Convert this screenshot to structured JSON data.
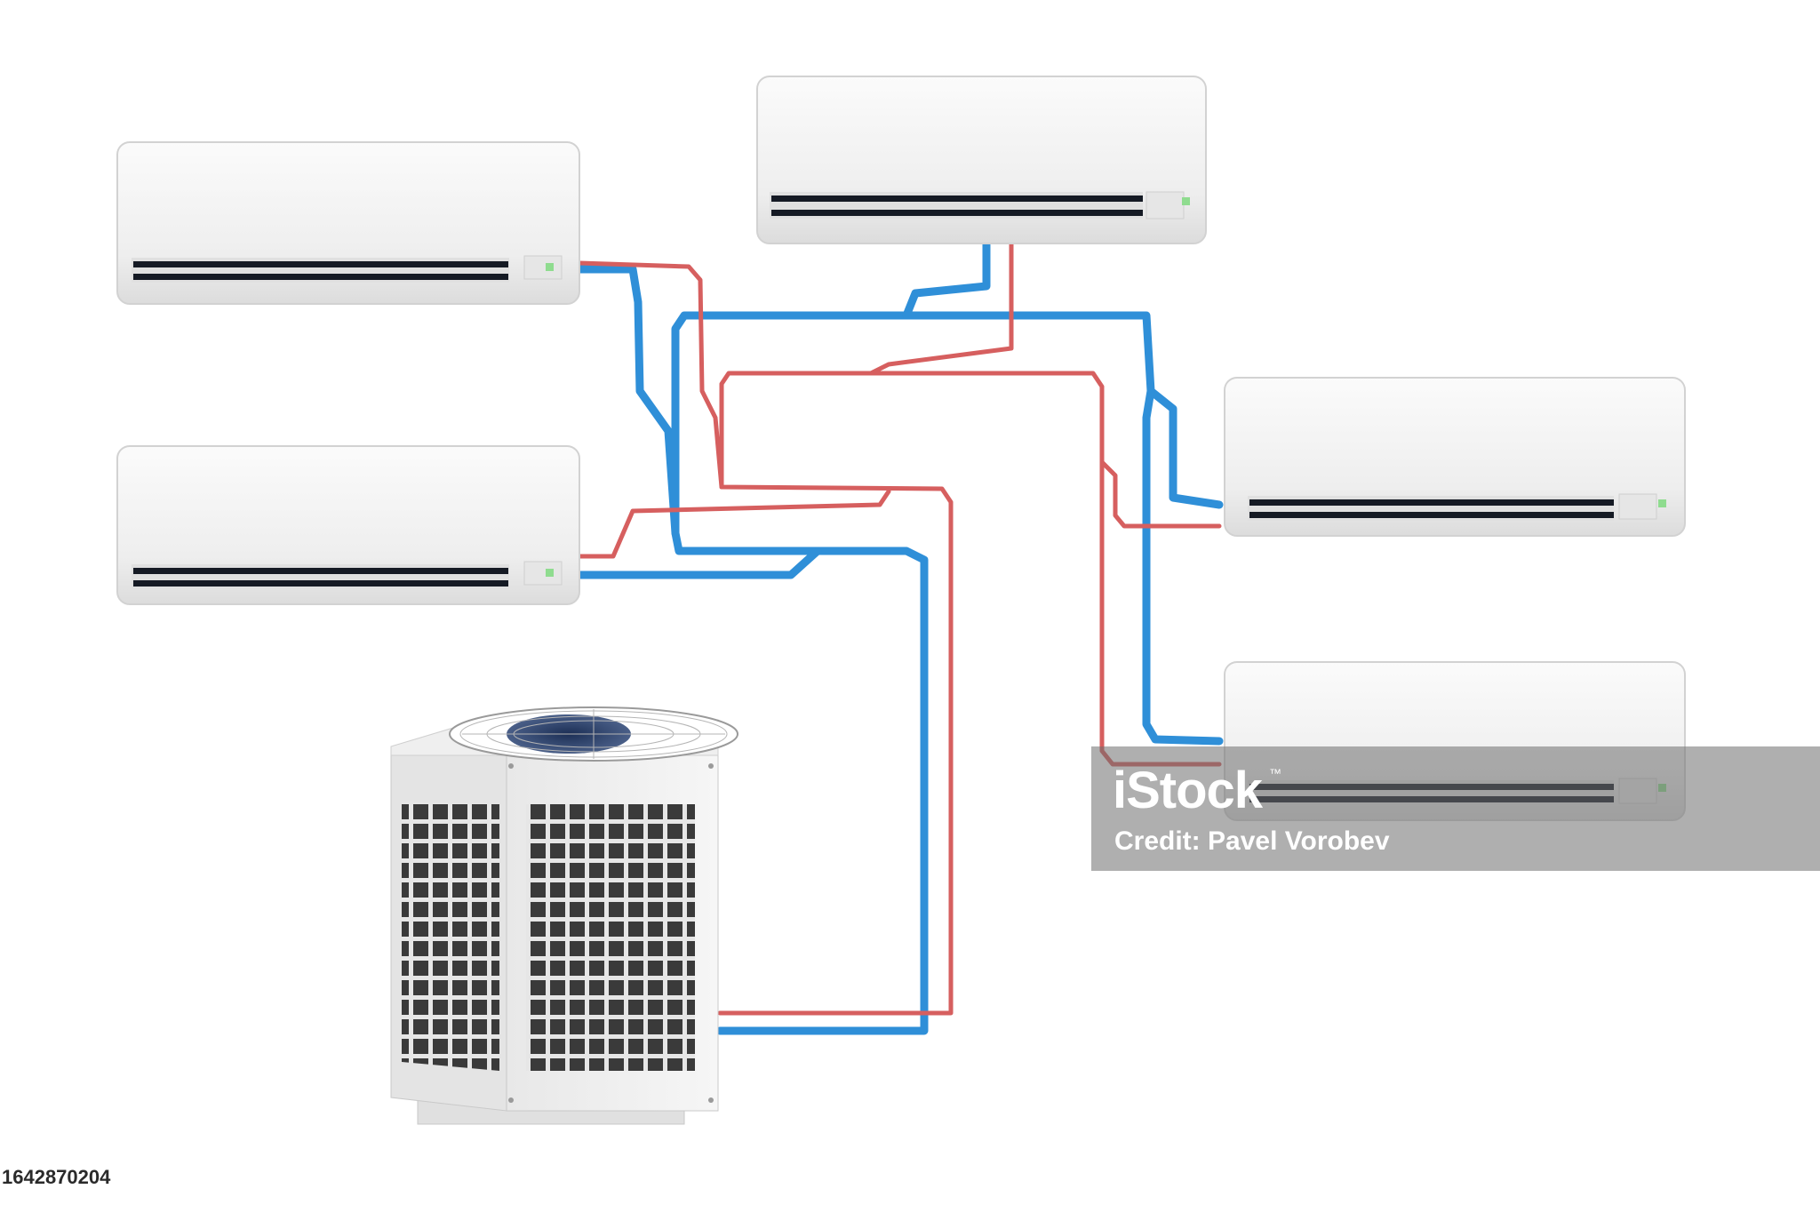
{
  "image": {
    "subject": "Multi-split air conditioning system",
    "colors": {
      "background": "#ffffff",
      "pipe_hot": "#d65f5f",
      "pipe_cold": "#2f8fd8",
      "unit_body": "#f3f3f3",
      "unit_vent": "#151a24",
      "status_led": "#8fdc8f"
    }
  },
  "watermark": {
    "brand": "iStock",
    "trademark": "™",
    "credit": "Credit: Pavel Vorobev"
  },
  "image_id": "1642870204"
}
